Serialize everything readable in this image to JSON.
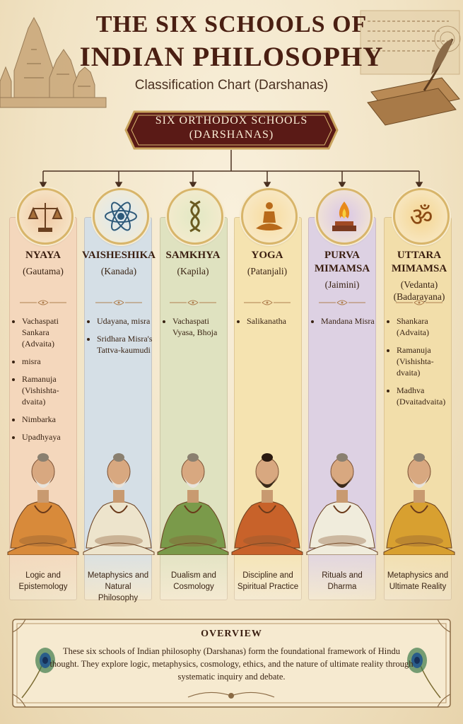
{
  "header": {
    "title_line1": "THE SIX SCHOOLS OF",
    "title_line2": "INDIAN PHILOSOPHY",
    "subtitle": "Classification Chart (Darshanas)"
  },
  "banner": {
    "line1": "SIX ORTHODOX SCHOOLS",
    "line2": "(DARSHANAS)"
  },
  "schools": [
    {
      "name_lines": [
        "NYAYA"
      ],
      "founder_lines": [
        "(Gautama)"
      ],
      "icon": "scales-icon",
      "color": "#f4d7bc",
      "commentators": [
        "Vachaspati Sankara (Advaita)",
        "misra",
        "Ramanuja (Vishishta-dvaita)",
        "Nimbarka",
        "Upadhyaya"
      ],
      "focus": [
        "Logic and",
        "Epistemology"
      ]
    },
    {
      "name_lines": [
        "VAISHESHIKA"
      ],
      "founder_lines": [
        "(Kanada)"
      ],
      "icon": "atom-icon",
      "color": "#d5dfe6",
      "commentators": [
        "Udayana, misra",
        "Sridhara Misra's Tattva-kaumudi"
      ],
      "focus": [
        "Metaphysics and",
        "Natural Philosophy"
      ]
    },
    {
      "name_lines": [
        "SAMKHYA"
      ],
      "founder_lines": [
        "(Kapila)"
      ],
      "icon": "intertwined-serpents-icon",
      "color": "#dfe2c0",
      "commentators": [
        "Vachaspati Vyasa, Bhoja"
      ],
      "focus": [
        "Dualism and",
        "Cosmology"
      ]
    },
    {
      "name_lines": [
        "YOGA"
      ],
      "founder_lines": [
        "(Patanjali)"
      ],
      "icon": "meditating-figure-icon",
      "color": "#f5e3b0",
      "commentators": [
        "Salikanatha"
      ],
      "focus": [
        "Discipline and",
        "Spiritual Practice"
      ]
    },
    {
      "name_lines": [
        "PURVA",
        "MIMAMSA"
      ],
      "founder_lines": [
        "(Jaimini)"
      ],
      "icon": "fire-altar-icon",
      "color": "#ddd1e3",
      "commentators": [
        "Mandana Misra"
      ],
      "focus": [
        "Rituals and",
        "Dharma"
      ]
    },
    {
      "name_lines": [
        "UTTARA",
        "MIMAMSA"
      ],
      "founder_lines": [
        "(Vedanta)",
        "(Badarayana)"
      ],
      "icon": "om-icon",
      "color": "#f2deaa",
      "commentators": [
        "Shankara (Advaita)",
        "Ramanuja (Vishishta-dvaita)",
        "Madhva (Dvaitadvaita)"
      ],
      "focus": [
        "Metaphysics and",
        "Ultimate Reality"
      ]
    }
  ],
  "overview": {
    "title": "OVERVIEW",
    "text": "These six schools of Indian philosophy (Darshanas) form the foundational framework of Hindu thought. They explore logic, metaphysics, cosmology, ethics, and the nature of ultimate reality through systematic inquiry and debate."
  }
}
